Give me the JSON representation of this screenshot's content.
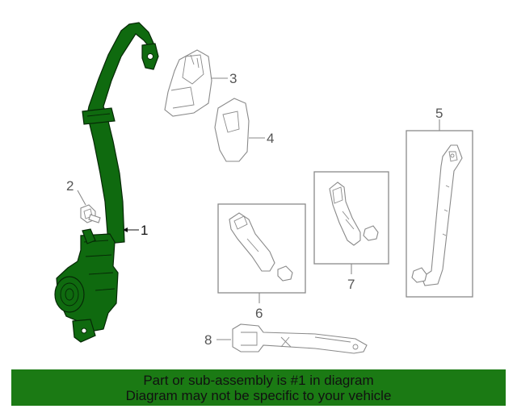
{
  "diagram": {
    "callouts": [
      "1",
      "2",
      "3",
      "4",
      "5",
      "6",
      "7",
      "8"
    ]
  },
  "footer": {
    "line1": "Part or sub-assembly is #1 in diagram",
    "line2": "Diagram may not be specific to your vehicle"
  },
  "colors": {
    "highlight_part": "#0f6a0f",
    "banner": "#1b7a14",
    "line_art": "#8a8a8a"
  }
}
